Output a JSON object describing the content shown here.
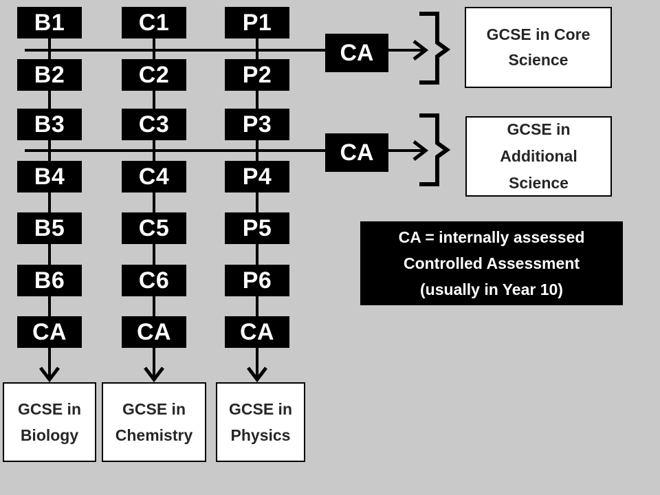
{
  "columns": [
    {
      "modules": [
        "B1",
        "B2",
        "B3",
        "B4",
        "B5",
        "B6",
        "CA"
      ],
      "outcome": [
        "GCSE in",
        "Biology"
      ]
    },
    {
      "modules": [
        "C1",
        "C2",
        "C3",
        "C4",
        "C5",
        "C6",
        "CA"
      ],
      "outcome": [
        "GCSE in",
        "Chemistry"
      ]
    },
    {
      "modules": [
        "P1",
        "P2",
        "P3",
        "P4",
        "P5",
        "P6",
        "CA"
      ],
      "outcome": [
        "GCSE in",
        "Physics"
      ]
    }
  ],
  "pathways": [
    {
      "ca_label": "CA",
      "outcome": [
        "GCSE in Core",
        "Science"
      ]
    },
    {
      "ca_label": "CA",
      "outcome": [
        "GCSE in",
        "Additional",
        "Science"
      ]
    }
  ],
  "key": [
    "CA = internally assessed",
    "Controlled Assessment",
    "(usually in Year 10)"
  ],
  "colors": {
    "background": "#c9c9c9",
    "box": "#000000",
    "outcome_box": "#ffffff",
    "outcome_text": "#262626"
  }
}
